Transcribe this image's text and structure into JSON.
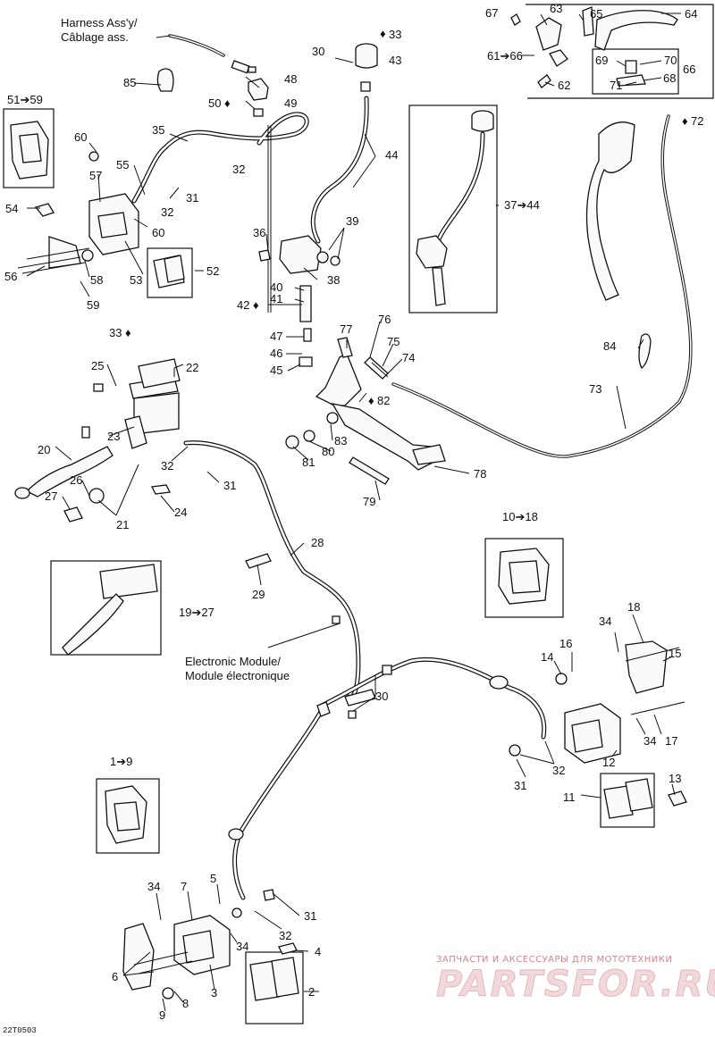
{
  "figure_code": "22T0503",
  "labels": {
    "harness_en": "Harness Ass'y/",
    "harness_fr": "Câblage ass.",
    "module_en": "Electronic Module/",
    "module_fr": "Module électronique"
  },
  "callouts": {
    "c2": "2",
    "c3": "3",
    "c4": "4",
    "c5": "5",
    "c6": "6",
    "c7": "7",
    "c8": "8",
    "c9": "9",
    "c11": "11",
    "c12": "12",
    "c13": "13",
    "c14": "14",
    "c15": "15",
    "c16": "16",
    "c17": "17",
    "c18": "18",
    "c20": "20",
    "c21": "21",
    "c22": "22",
    "c23": "23",
    "c24": "24",
    "c25": "25",
    "c26": "26",
    "c27": "27",
    "c28": "28",
    "c29": "29",
    "c30a": "30",
    "c30b": "30",
    "c31a": "31",
    "c31b": "31",
    "c31c": "31",
    "c31d": "31",
    "c32a": "32",
    "c32b": "32",
    "c32c": "32",
    "c32d": "32",
    "c32e": "32",
    "c33a": "33",
    "c33b": "33",
    "c34a": "34",
    "c34b": "34",
    "c34c": "34",
    "c34d": "34",
    "c35": "35",
    "c36": "36",
    "c38": "38",
    "c39": "39",
    "c40": "40",
    "c41": "41",
    "c42": "42",
    "c43": "43",
    "c44": "44",
    "c45": "45",
    "c46": "46",
    "c47": "47",
    "c48": "48",
    "c49": "49",
    "c50": "50",
    "c52": "52",
    "c53": "53",
    "c54": "54",
    "c55": "55",
    "c56": "56",
    "c57": "57",
    "c58": "58",
    "c59": "59",
    "c60a": "60",
    "c60b": "60",
    "c62": "62",
    "c63": "63",
    "c64": "64",
    "c65": "65",
    "c66": "66",
    "c67": "67",
    "c68": "68",
    "c69": "69",
    "c70": "70",
    "c71": "71",
    "c72": "72",
    "c73": "73",
    "c74": "74",
    "c75": "75",
    "c76": "76",
    "c77": "77",
    "c78": "78",
    "c79": "79",
    "c80": "80",
    "c81": "81",
    "c82": "82",
    "c83": "83",
    "c84": "84",
    "c85": "85"
  },
  "ranges": {
    "r1_9": "1➔9",
    "r10_18": "10➔18",
    "r19_27": "19➔27",
    "r37_44": "37➔44",
    "r51_59": "51➔59",
    "r61_66": "61➔66"
  },
  "watermark": {
    "line1": "ЗАПЧАСТИ И АКСЕССУАРЫ ДЛЯ МОТОТЕХНИКИ",
    "line2": "PARTSFOR.RU"
  }
}
